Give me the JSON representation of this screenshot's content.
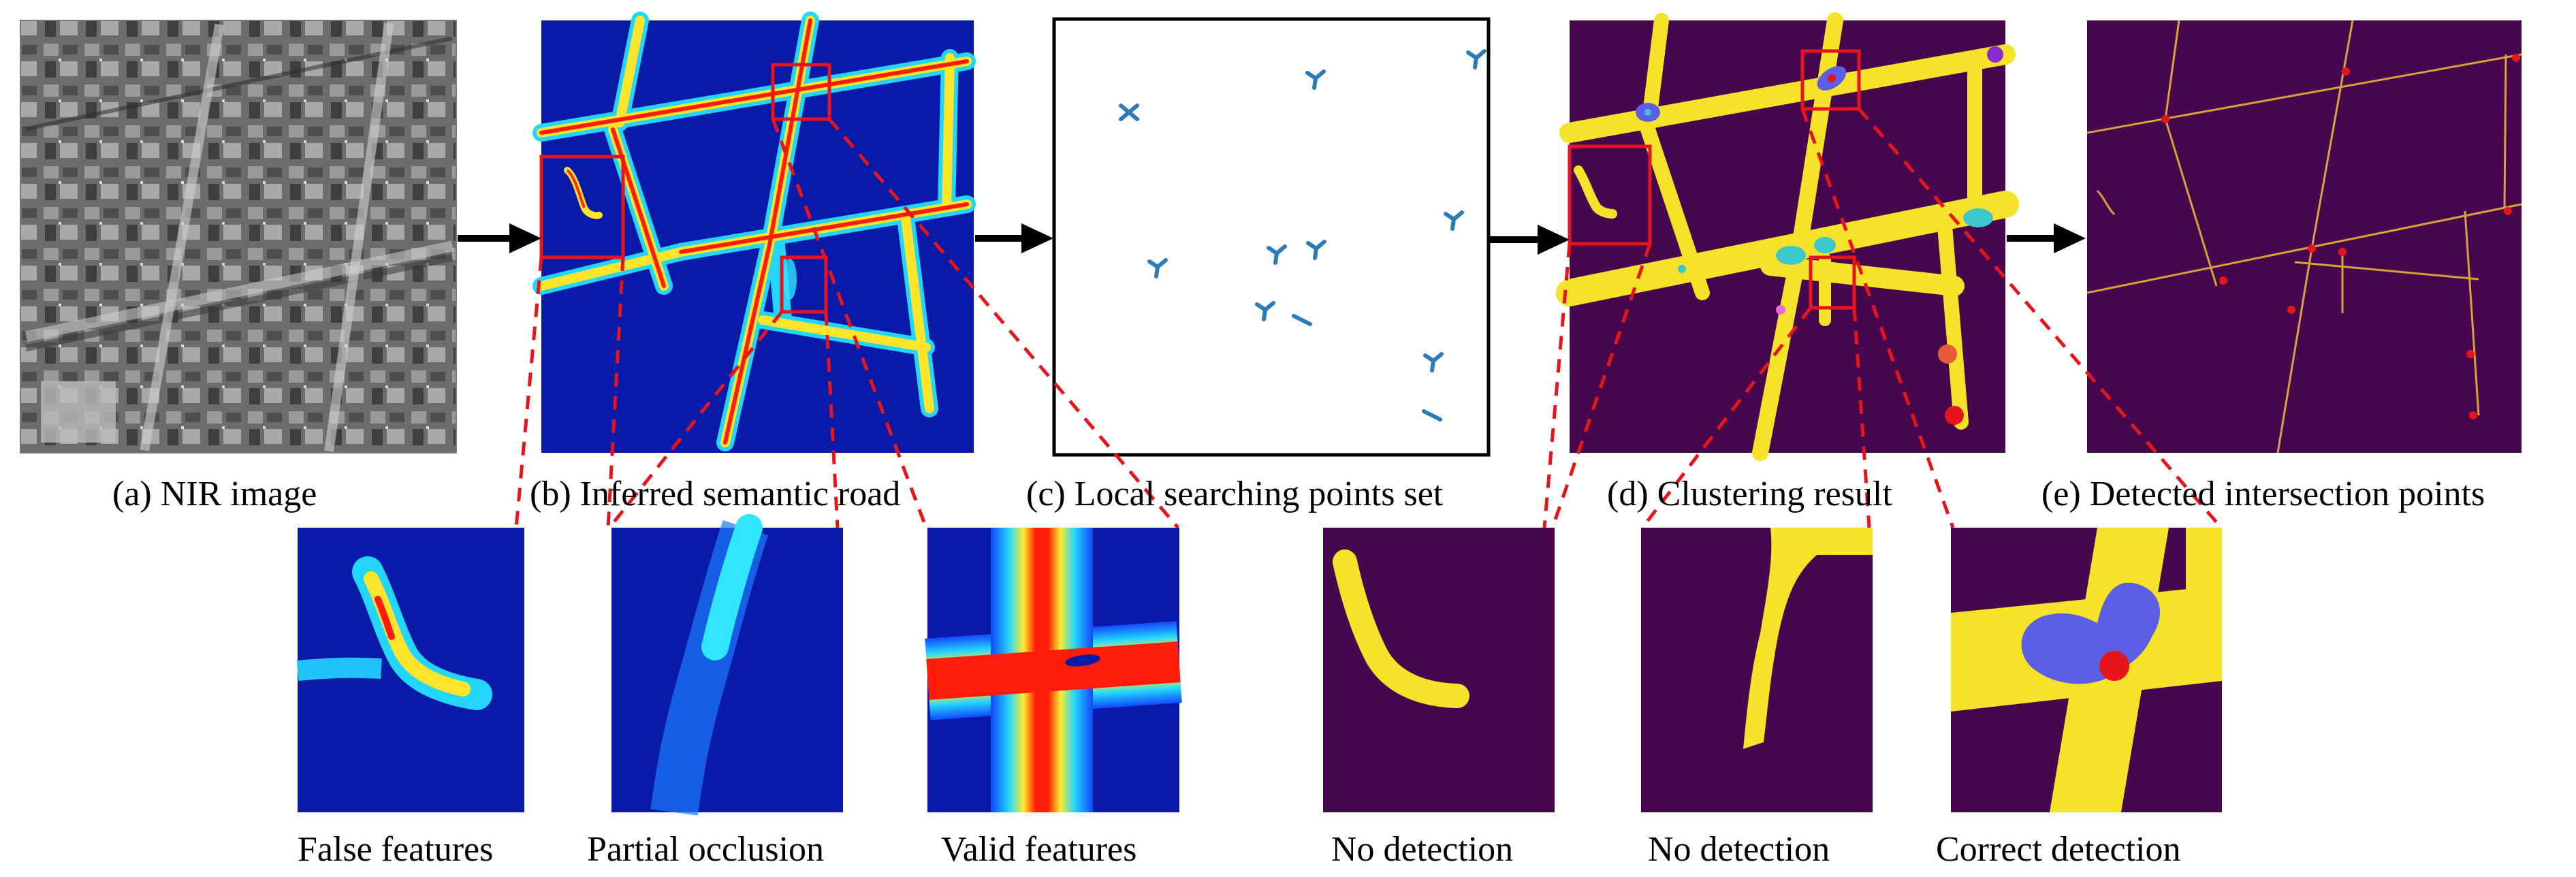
{
  "panels": {
    "a": {
      "caption": "(a) NIR image"
    },
    "b": {
      "caption": "(b) Inferred semantic road"
    },
    "c": {
      "caption": "(c) Local searching points set"
    },
    "d": {
      "caption": "(d) Clustering result"
    },
    "e": {
      "caption": "(e) Detected intersection points"
    }
  },
  "zooms": [
    {
      "id": "false-features",
      "caption": "False features"
    },
    {
      "id": "partial-occlusion",
      "caption": "Partial occlusion"
    },
    {
      "id": "valid-features",
      "caption": "Valid features"
    },
    {
      "id": "no-detection-1",
      "caption": "No detection"
    },
    {
      "id": "no-detection-2",
      "caption": "No detection"
    },
    {
      "id": "correct-detection",
      "caption": "Correct detection"
    }
  ],
  "colors": {
    "heatmap_bg": "#0a1aa8",
    "cluster_bg": "#46074f",
    "road_yellow": "#f7e22a",
    "highlight_red": "#e8141c",
    "arrow": "#000000",
    "point_blue": "#2b7bb9",
    "cluster_blue": "#5a5fe6",
    "cluster_cyan": "#3cc8c8"
  }
}
